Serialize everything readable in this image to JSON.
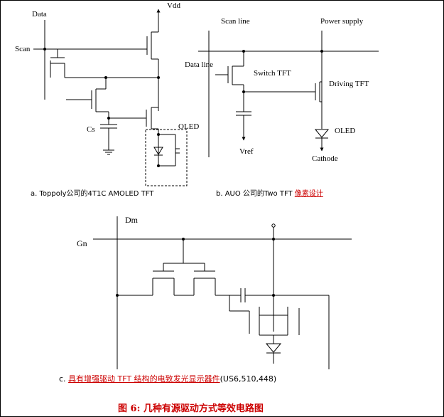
{
  "figure_title": "图 6: 几种有源驱动方式等效电路图",
  "circuit_a": {
    "data_label": "Data",
    "scan_label": "Scan",
    "vdd_label": "Vdd",
    "cs_label": "Cs",
    "oled_label": "OLED",
    "caption": "a. Toppoly公司的4T1C AMOLED TFT"
  },
  "circuit_b": {
    "scan_line_label": "Scan line",
    "power_supply_label": "Power supply",
    "data_line_label": "Data line",
    "switch_tft_label": "Switch TFT",
    "driving_tft_label": "Driving TFT",
    "vref_label": "Vref",
    "oled_label": "OLED",
    "cathode_label": "Cathode",
    "caption_prefix": "b. AUO 公司的Two TFT ",
    "caption_link": "像素设计"
  },
  "circuit_c": {
    "dm_label": "Dm",
    "gn_label": "Gn",
    "caption_prefix": "c.  ",
    "caption_link": "具有增强驱动 TFT 结构的电致发光显示器件",
    "caption_suffix": "(US6,510,448)"
  }
}
